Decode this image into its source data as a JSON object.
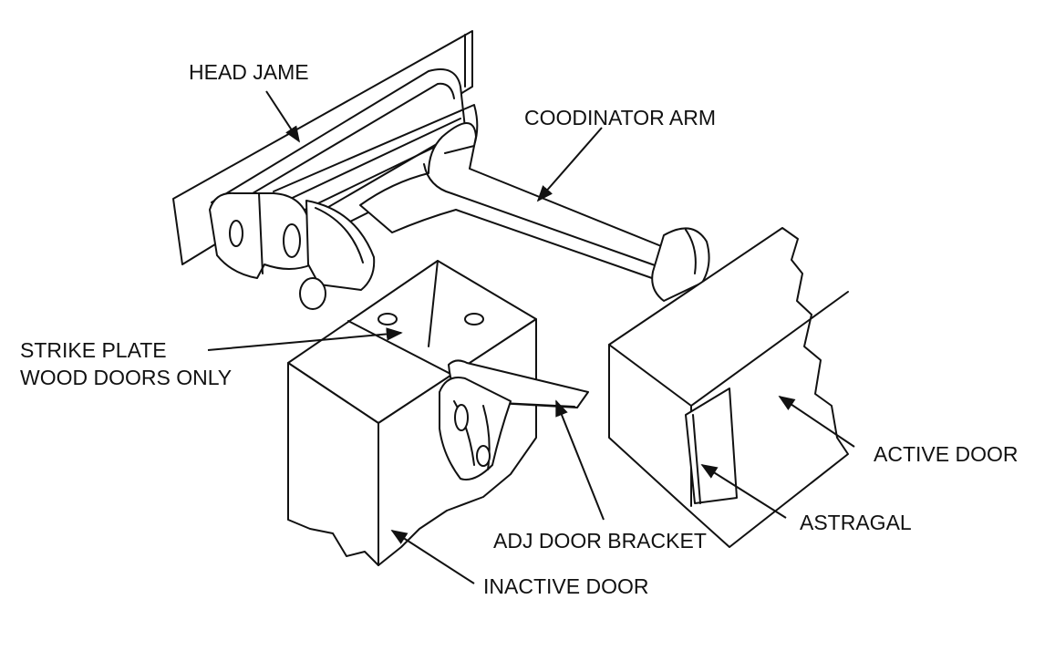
{
  "labels": {
    "head_jamb": "HEAD JAME",
    "coordinator_arm": "COODINATOR ARM",
    "strike_plate_line1": "STRIKE PLATE",
    "strike_plate_line2": "WOOD DOORS ONLY",
    "active_door": "ACTIVE DOOR",
    "astragal": "ASTRAGAL",
    "adj_door_bracket": "ADJ DOOR BRACKET",
    "inactive_door": "INACTIVE DOOR"
  },
  "colors": {
    "line": "#111111",
    "background": "#ffffff"
  }
}
